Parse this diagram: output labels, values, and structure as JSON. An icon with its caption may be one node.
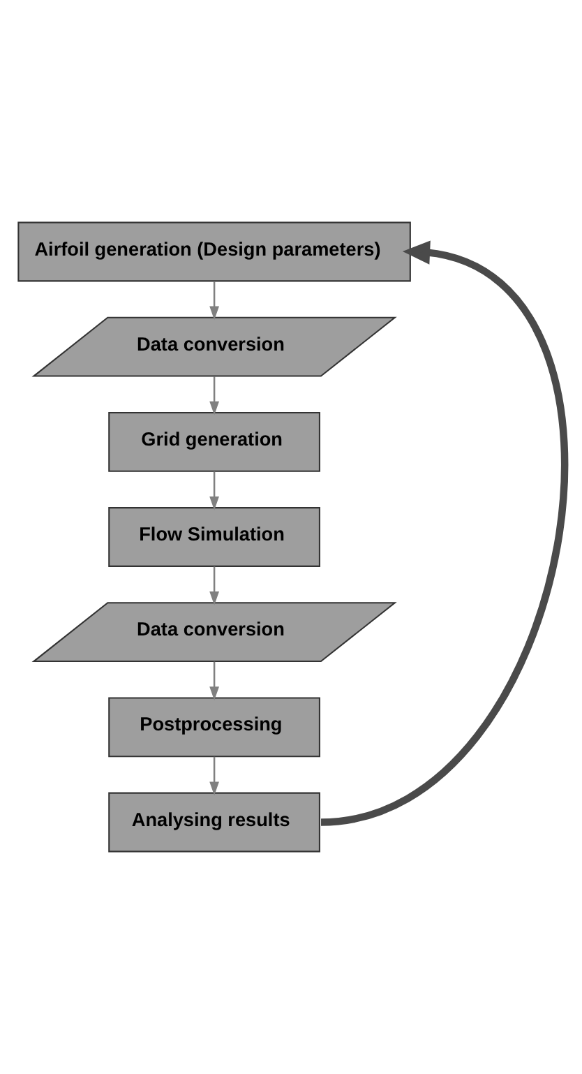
{
  "diagram": {
    "nodes": [
      {
        "text": [
          "Airfoil generation (Design parameters)"
        ]
      },
      {
        "text": [
          "Data conversion"
        ]
      },
      {
        "text": [
          "Grid generation"
        ]
      },
      {
        "text": [
          "Flow Simulation"
        ]
      },
      {
        "text": [
          "Data conversion"
        ]
      },
      {
        "text": [
          "Postprocessing"
        ]
      },
      {
        "text": [
          "Analysing results"
        ]
      }
    ],
    "edges": [
      {
        "from": 0,
        "to": 1,
        "arrow": "to"
      },
      {
        "from": 1,
        "to": 2,
        "arrow": "to"
      },
      {
        "from": 2,
        "to": 3,
        "arrow": "to"
      },
      {
        "from": 3,
        "to": 4,
        "arrow": "to"
      },
      {
        "from": 4,
        "to": 5,
        "arrow": "to"
      },
      {
        "from": 5,
        "to": 6,
        "arrow": "to"
      },
      {
        "from": 6,
        "to": 0,
        "arrow": "to",
        "style": "thick",
        "color": "#4a4a4a"
      }
    ]
  }
}
